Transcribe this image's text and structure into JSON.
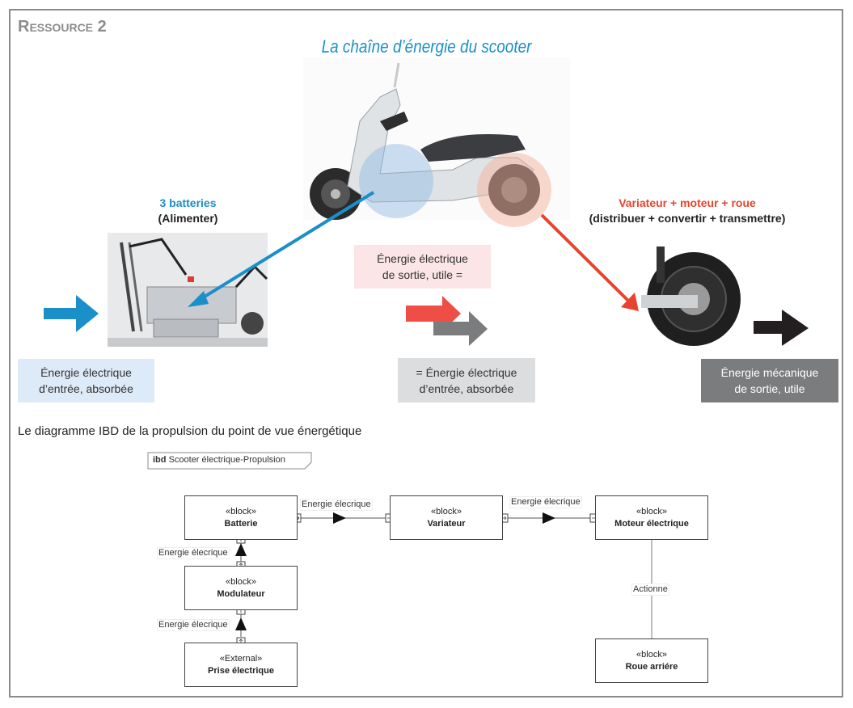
{
  "header": {
    "resource_label": "Ressource 2",
    "title": "La chaîne d’énergie du scooter"
  },
  "photos": {
    "scooter": "electric-scooter-photo",
    "batteries": "battery-frame-photo",
    "wheel": "rear-wheel-motor-photo"
  },
  "left_group": {
    "title": "3 batteries",
    "subtitle": "(Alimenter)",
    "box_line1": "Énergie électrique",
    "box_line2": "d’entrée, absorbée"
  },
  "middle_group": {
    "top_line1": "Énergie électrique",
    "top_line2": "de sortie, utile =",
    "bottom_line1": "= Énergie électrique",
    "bottom_line2": "d’entrée, absorbée"
  },
  "right_group": {
    "title": "Variateur + moteur + roue",
    "subtitle": "(distribuer + convertir + transmettre)",
    "box_line1": "Énergie mécanique",
    "box_line2": "de sortie, utile"
  },
  "colors": {
    "blue": "#1a8fc8",
    "red": "#e8432e",
    "grey_arrow": "#7b7c7e",
    "dark_arrow": "#231f20"
  },
  "ibd": {
    "caption": "Le diagramme IBD de la propulsion du point de vue énergétique",
    "frame_keyword": "ibd",
    "frame_name": "Scooter électrique-Propulsion",
    "blocks": {
      "batterie": {
        "stereotype": "«block»",
        "name": "Batterie"
      },
      "variateur": {
        "stereotype": "«block»",
        "name": "Variateur"
      },
      "moteur": {
        "stereotype": "«block»",
        "name": "Moteur électrique"
      },
      "modulateur": {
        "stereotype": "«block»",
        "name": "Modulateur"
      },
      "prise": {
        "stereotype": "«External»",
        "name": "Prise électrique"
      },
      "roue": {
        "stereotype": "«block»",
        "name": "Roue arriére"
      }
    },
    "flows": {
      "batterie_variateur": "Energie élecrique",
      "variateur_moteur": "Energie élecrique",
      "modulateur_batterie": "Energie élecrique",
      "prise_modulateur": "Energie élecrique",
      "moteur_roue": "Actionne"
    }
  }
}
